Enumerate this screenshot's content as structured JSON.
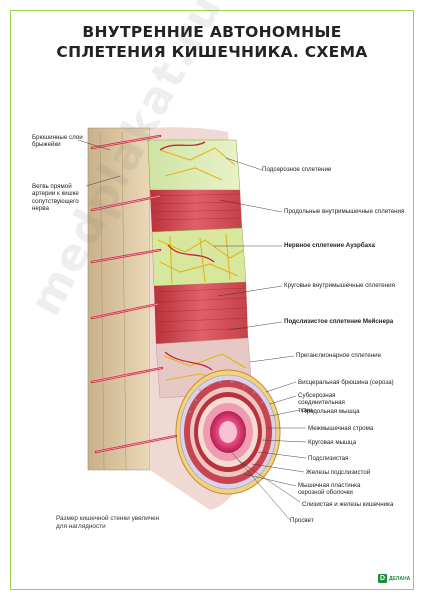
{
  "title": {
    "line1": "ВНУТРЕННИЕ АВТОНОМНЫЕ",
    "line2": "СПЛЕТЕНИЯ КИШЕЧНИКА. СХЕМА"
  },
  "left_labels": {
    "peritoneal": "Брюшинные слои брыжейки",
    "artery_branch": "Ветвь прямой артерии к кишке сопутствующего нерва"
  },
  "right_labels": [
    {
      "text": "Подсерозное сплетение",
      "bold": false
    },
    {
      "text": "Продольные внутримышечные сплетения",
      "bold": false
    },
    {
      "text": "Нервное сплетение Ауэрбаха",
      "bold": true
    },
    {
      "text": "Круговые внутримышечные сплетения",
      "bold": false
    },
    {
      "text": "Подслизистое сплетение Мейснера",
      "bold": true
    },
    {
      "text": "Преганглионарное сплетение",
      "bold": false
    },
    {
      "text": "Висцеральная брюшина (сероза)",
      "bold": false
    },
    {
      "text": "Субсерозная соединительная ткань",
      "bold": false
    },
    {
      "text": "Продольная мышца",
      "bold": false
    },
    {
      "text": "Межмышечная строма",
      "bold": false
    },
    {
      "text": "Круговая мышца",
      "bold": false
    },
    {
      "text": "Подслизистая",
      "bold": false
    },
    {
      "text": "Железы подслизистой",
      "bold": false
    },
    {
      "text": "Мышечная пластинка серозной оболочки",
      "bold": false
    },
    {
      "text": "Слизистая и железы кишечника",
      "bold": false
    },
    {
      "text": "Просвет",
      "bold": false
    }
  ],
  "note": "Размер кишечной стенки увеличен для наглядности",
  "watermark": "medplakat.ru",
  "logo": "ДЕЛАНА"
}
